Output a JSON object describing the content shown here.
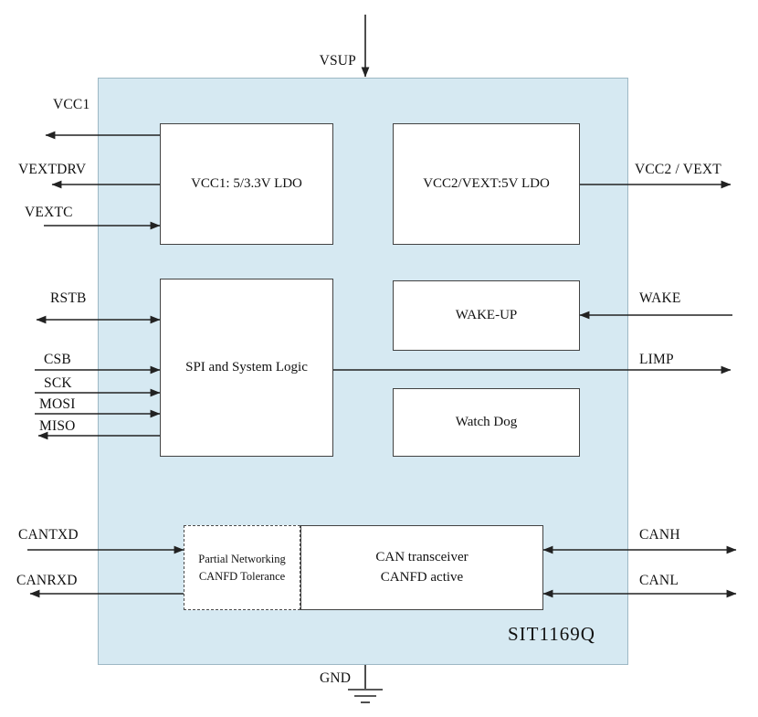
{
  "diagram": {
    "chip_name": "SIT1169Q",
    "colors": {
      "chip_fill": "#d6e9f2",
      "chip_border": "#9db8c4",
      "wire": "#222222",
      "box_border": "#424242"
    }
  },
  "blocks": {
    "ldo1": {
      "label": "VCC1: 5/3.3V LDO"
    },
    "ldo2": {
      "label": "VCC2/VEXT:5V LDO"
    },
    "spi": {
      "label": "SPI and System Logic"
    },
    "wakeup": {
      "label": "WAKE-UP"
    },
    "watchdog": {
      "label": "Watch Dog"
    },
    "partial_networking": {
      "line1": "Partial Networking",
      "line2": "CANFD Tolerance"
    },
    "can_transceiver": {
      "line1": "CAN transceiver",
      "line2": "CANFD active"
    }
  },
  "pins": {
    "vsup": "VSUP",
    "gnd": "GND",
    "vcc1": "VCC1",
    "vextdrv": "VEXTDRV",
    "vextc": "VEXTC",
    "rstb": "RSTB",
    "csb": "CSB",
    "sck": "SCK",
    "mosi": "MOSI",
    "miso": "MISO",
    "cantxd": "CANTXD",
    "canrxd": "CANRXD",
    "vcc2_vext": "VCC2 / VEXT",
    "wake": "WAKE",
    "limp": "LIMP",
    "canh": "CANH",
    "canl": "CANL"
  }
}
